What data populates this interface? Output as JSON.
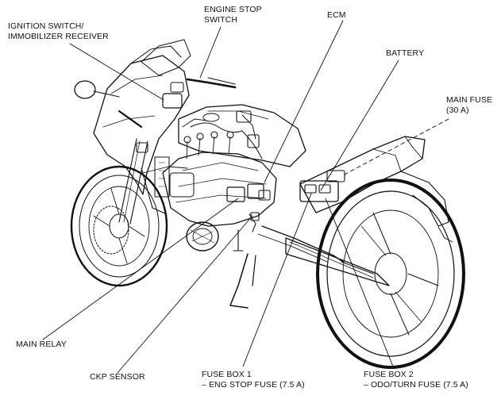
{
  "labels": {
    "ignition_switch": [
      "IGNITION SWITCH/",
      "IMMOBILIZER RECEIVER"
    ],
    "engine_stop_switch": [
      "ENGINE STOP",
      "SWITCH"
    ],
    "ecm": "ECM",
    "battery": "BATTERY",
    "main_fuse": [
      "MAIN FUSE",
      "(30 A)"
    ],
    "main_relay": "MAIN RELAY",
    "ckp_sensor": "CKP SENSOR",
    "fuse_box_1": [
      "FUSE BOX 1",
      "– ENG STOP FUSE (7.5 A)"
    ],
    "fuse_box_2": [
      "FUSE BOX 2",
      "– ODO/TURN FUSE (7.5 A)"
    ]
  },
  "figure": {
    "subject": "motorcycle-illustration"
  }
}
